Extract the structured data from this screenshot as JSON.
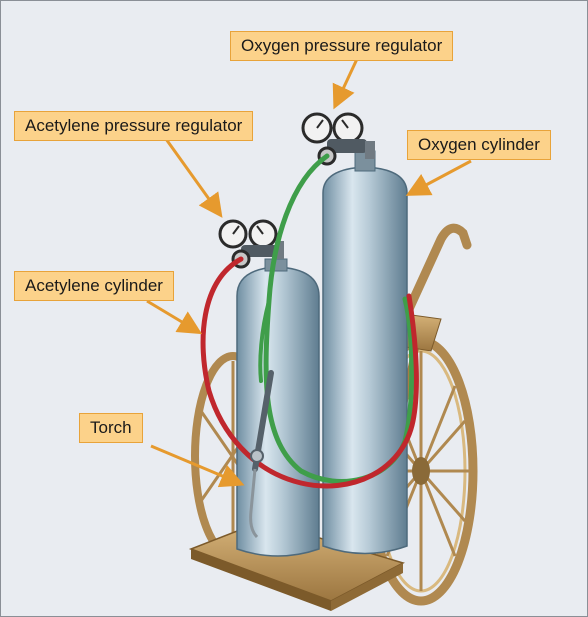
{
  "labels": {
    "oxygen_regulator": "Oxygen pressure regulator",
    "acetylene_regulator": "Acetylene pressure regulator",
    "oxygen_cylinder": "Oxygen cylinder",
    "acetylene_cylinder": "Acetylene cylinder",
    "torch": "Torch"
  },
  "colors": {
    "background": "#e9ecf1",
    "callout_fill": "#fcd28a",
    "callout_border": "#e8a33a",
    "leader_line": "#e69a2e",
    "cylinder": "#9fb7c6",
    "cart_wood": "#c19a5c",
    "oxygen_hose": "#3f9e4a",
    "acetylene_hose": "#c0272d"
  }
}
